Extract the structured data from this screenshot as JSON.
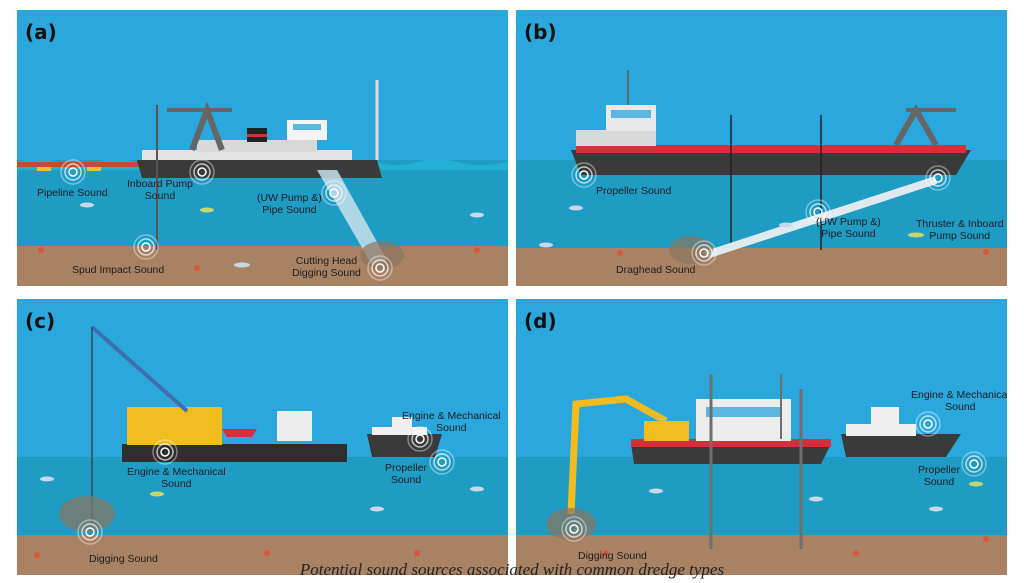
{
  "panels": {
    "a": {
      "tag": "(a)",
      "labels": {
        "pipeline": "Pipeline Sound",
        "inboard": "Inboard Pump\nSound",
        "uw_pipe": "(UW Pump &)\nPipe Sound",
        "spud": "Spud Impact Sound",
        "cutting": "Cutting Head\nDigging Sound"
      }
    },
    "b": {
      "tag": "(b)",
      "labels": {
        "propeller": "Propeller Sound",
        "thruster": "Thruster & Inboard\nPump Sound",
        "uw_pipe": "(UW Pump &)\nPipe Sound",
        "draghead": "Draghead Sound"
      }
    },
    "c": {
      "tag": "(c)",
      "labels": {
        "engine_crane": "Engine & Mechanical\nSound",
        "engine_tug": "Engine & Mechanical\nSound",
        "propeller": "Propeller\nSound",
        "digging": "Digging Sound"
      }
    },
    "d": {
      "tag": "(d)",
      "labels": {
        "engine": "Engine & Mechanical\nSound",
        "propeller": "Propeller\nSound",
        "digging": "Digging Sound"
      }
    }
  },
  "caption": "Potential sound sources associated with common dredge types",
  "colors": {
    "sky": "#2aa8de",
    "water": "#1e9cc4",
    "seabed": "#a88262",
    "hull_red": "#d5303a",
    "hull_dark": "#3a3a3a",
    "crane_yellow": "#f2bb1e"
  }
}
